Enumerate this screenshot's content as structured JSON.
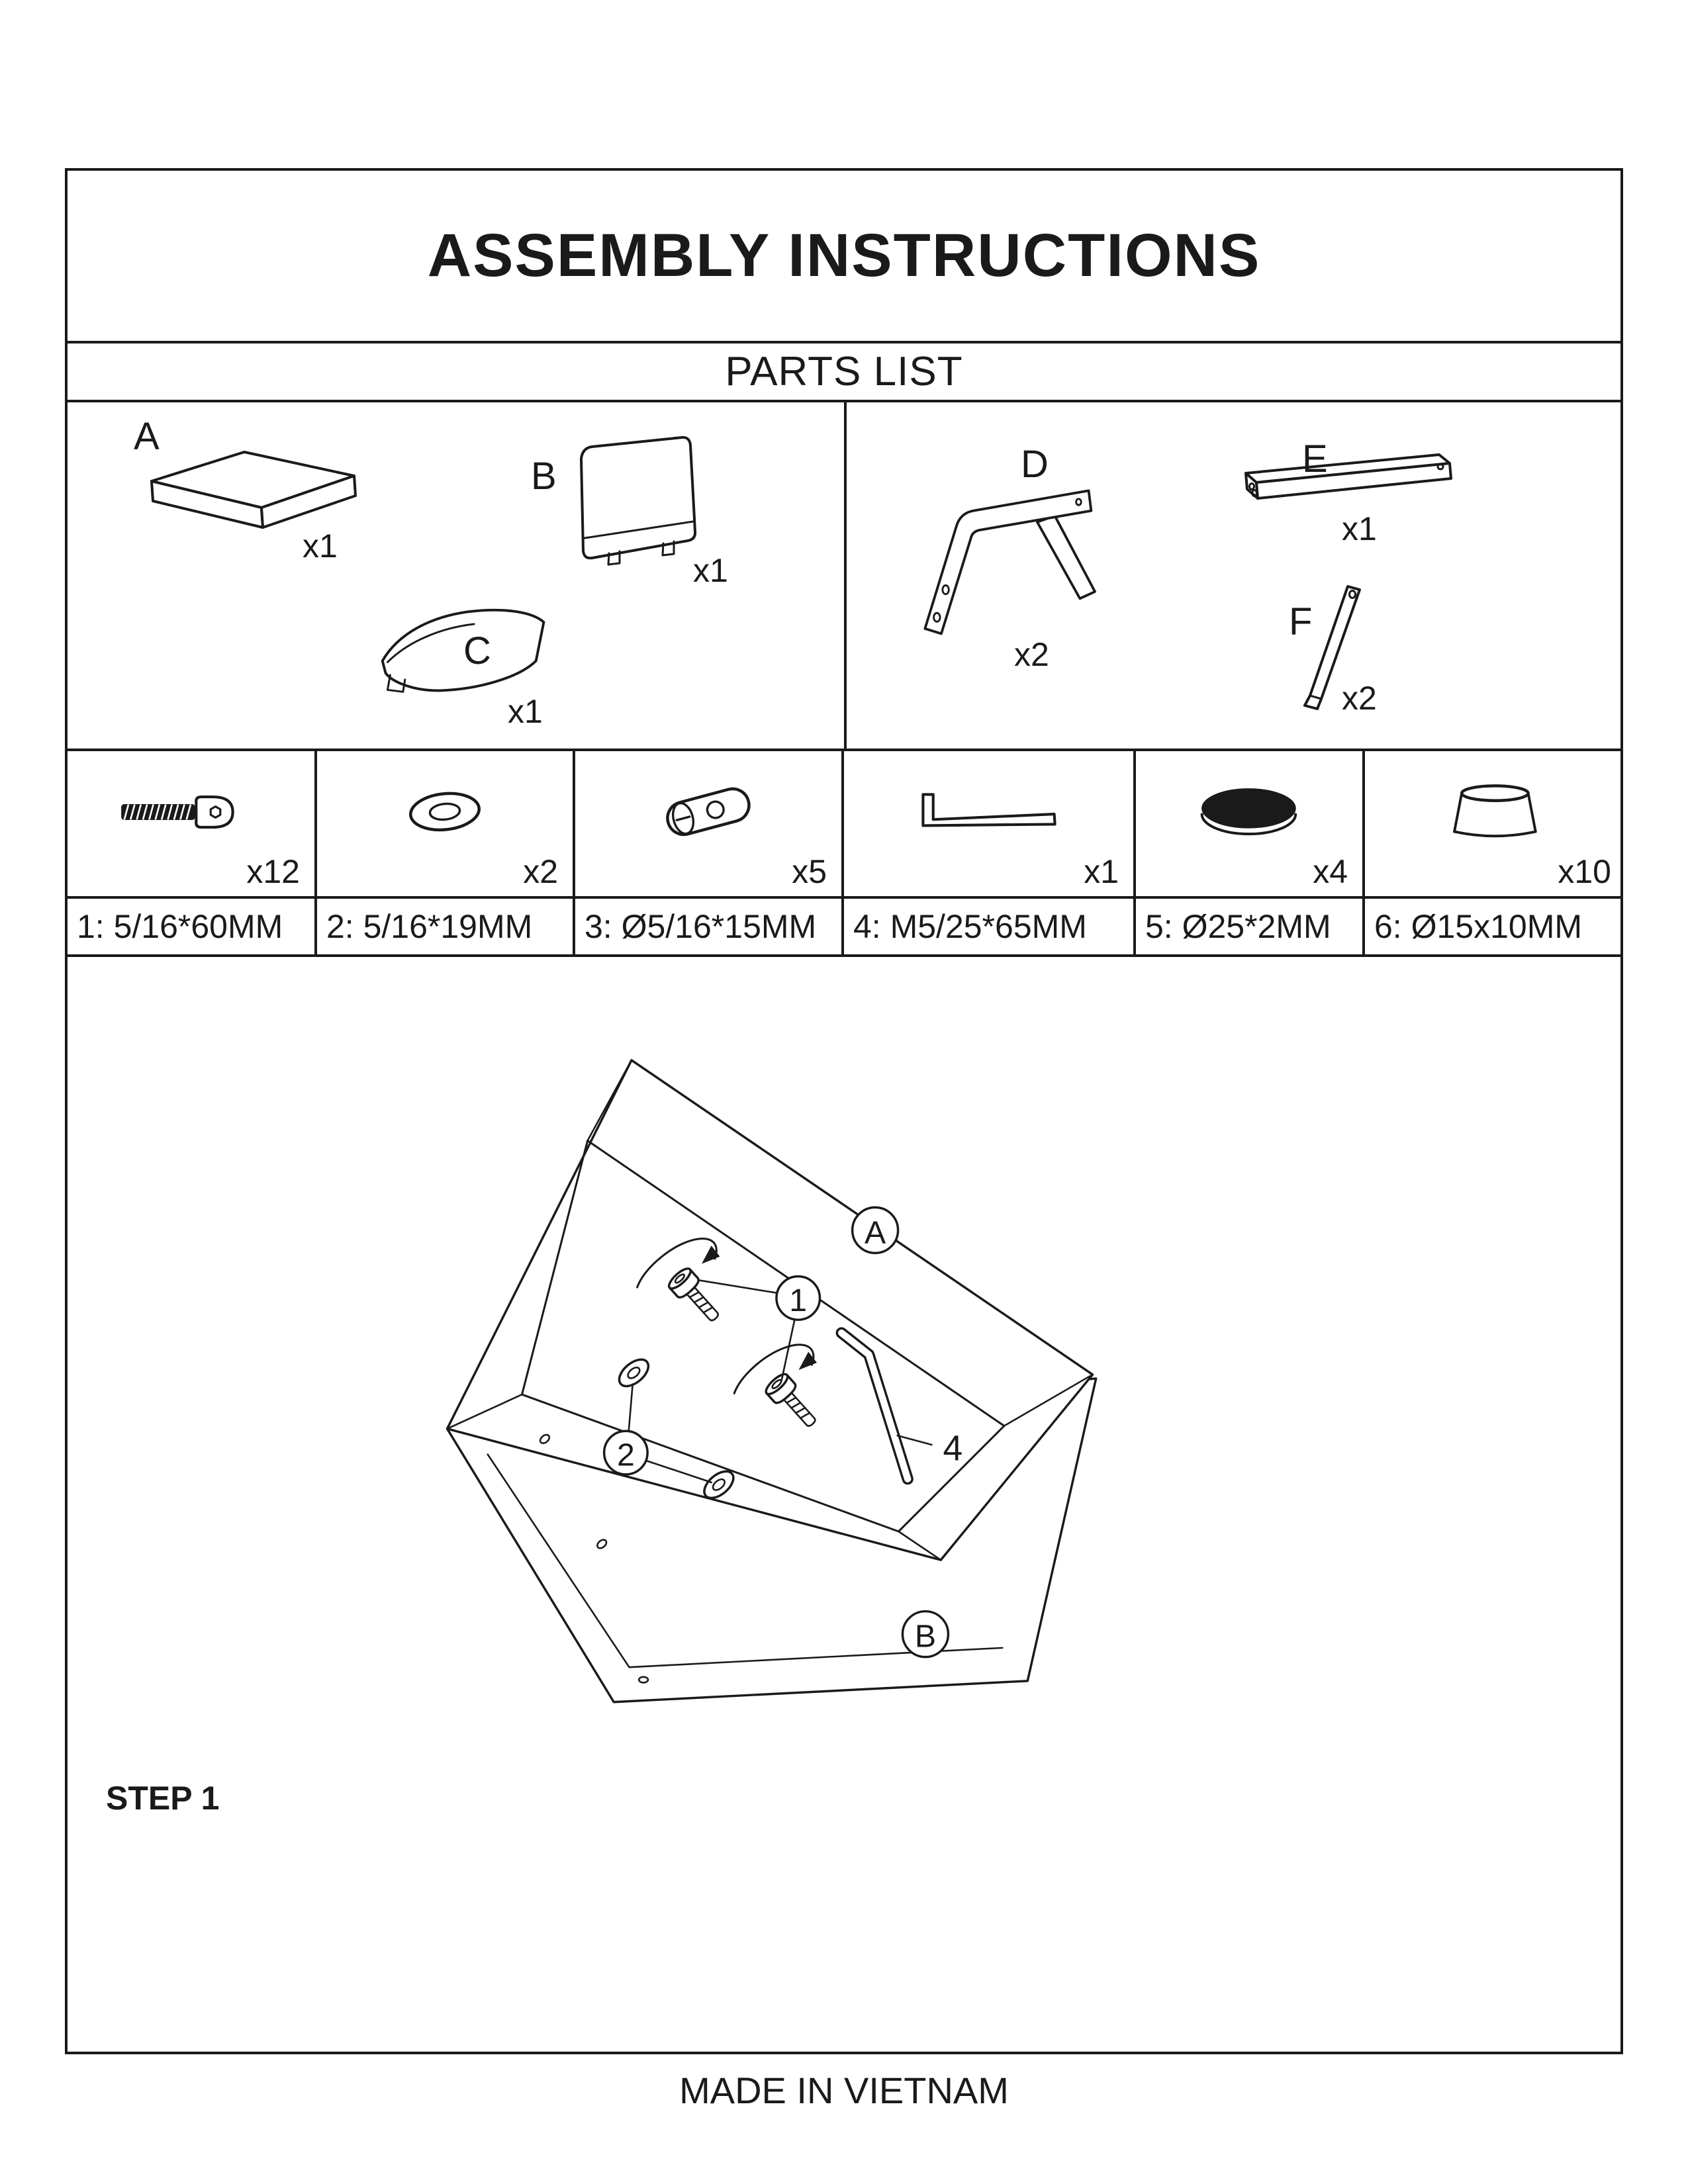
{
  "title": "ASSEMBLY INSTRUCTIONS",
  "parts_list": {
    "heading": "PARTS LIST",
    "parts": [
      {
        "id": "A",
        "label": "A",
        "qty": "x1"
      },
      {
        "id": "B",
        "label": "B",
        "qty": "x1"
      },
      {
        "id": "C",
        "label": "C",
        "qty": "x1"
      },
      {
        "id": "D",
        "label": "D",
        "qty": "x2"
      },
      {
        "id": "E",
        "label": "E",
        "qty": "x1"
      },
      {
        "id": "F",
        "label": "F",
        "qty": "x2"
      }
    ]
  },
  "hardware": {
    "items": [
      {
        "name": "bolt",
        "qty": "x12",
        "spec": "1: 5/16*60MM"
      },
      {
        "name": "washer",
        "qty": "x2",
        "spec": "2: 5/16*19MM"
      },
      {
        "name": "barrel-nut",
        "qty": "x5",
        "spec": "3: Ø5/16*15MM"
      },
      {
        "name": "allen-key",
        "qty": "x1",
        "spec": "4: M5/25*65MM"
      },
      {
        "name": "floor-glide",
        "qty": "x4",
        "spec": "5: Ø25*2MM"
      },
      {
        "name": "end-cap",
        "qty": "x10",
        "spec": "6: Ø15x10MM"
      }
    ]
  },
  "step1": {
    "label": "STEP 1",
    "callouts": {
      "part_a": "A",
      "part_b": "B",
      "bolt": "1",
      "washer": "2",
      "allen_key": "4"
    }
  },
  "footer": "MADE IN VIETNAM",
  "colors": {
    "line": "#1a1a1a",
    "background": "#ffffff"
  }
}
